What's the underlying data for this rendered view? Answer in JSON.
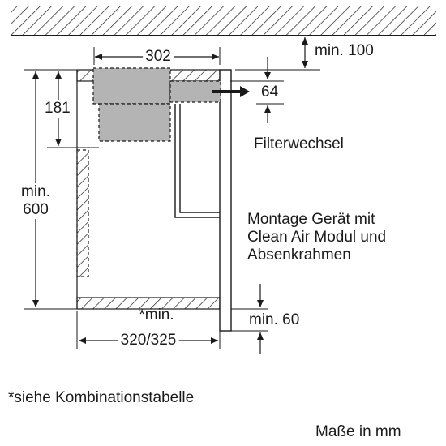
{
  "dimensions": {
    "width_302": "302",
    "ceiling_gap": "min. 100",
    "height_181": "181",
    "offset_64": "64",
    "height_min_600": [
      "min.",
      "600"
    ],
    "bottom_gap": "min. 60",
    "width_min": "*min.",
    "width_320_325": "320/325"
  },
  "labels": {
    "filter_change": "Filterwechsel",
    "description": [
      "Montage Gerät mit",
      "Clean Air Modul und",
      "Absenkrahmen"
    ],
    "footnote": "*siehe Kombinationstabelle",
    "units": "Maße in mm"
  },
  "colors": {
    "line": "#1a1a1a",
    "module_fill": "#b4b4b4",
    "hatch": "#1a1a1a"
  }
}
